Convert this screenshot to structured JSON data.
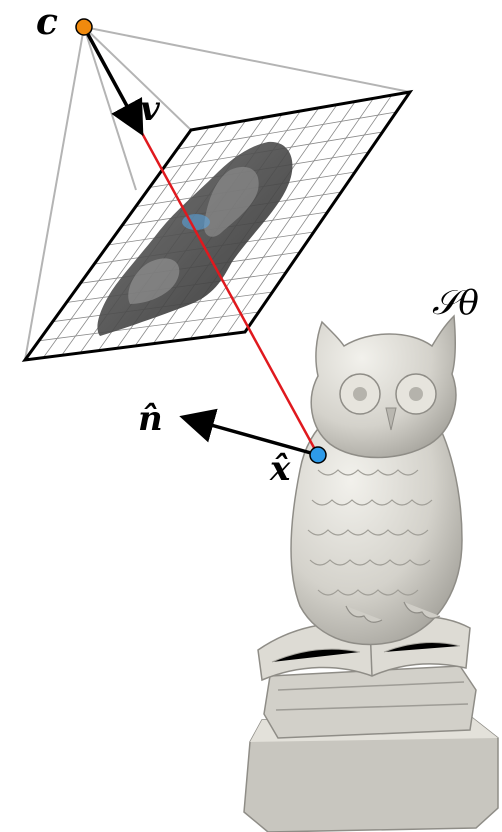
{
  "labels": {
    "camera_center": "c",
    "view_direction": "v",
    "normal": "n̂",
    "surface_point": "x̂",
    "surface": "𝒮θ"
  },
  "colors": {
    "ray": "#e0191e",
    "camera_point": "#f08a0e",
    "surface_point": "#2e9ae8",
    "frustum_lines": "#b4b4b4",
    "image_border": "#000000",
    "grid": "#8a8a8a",
    "owl_fill": "#dcdbd5",
    "owl_shadow": "#9c9a94"
  },
  "icons": {
    "camera_marker": "orange-dot",
    "surface_marker": "blue-dot"
  }
}
